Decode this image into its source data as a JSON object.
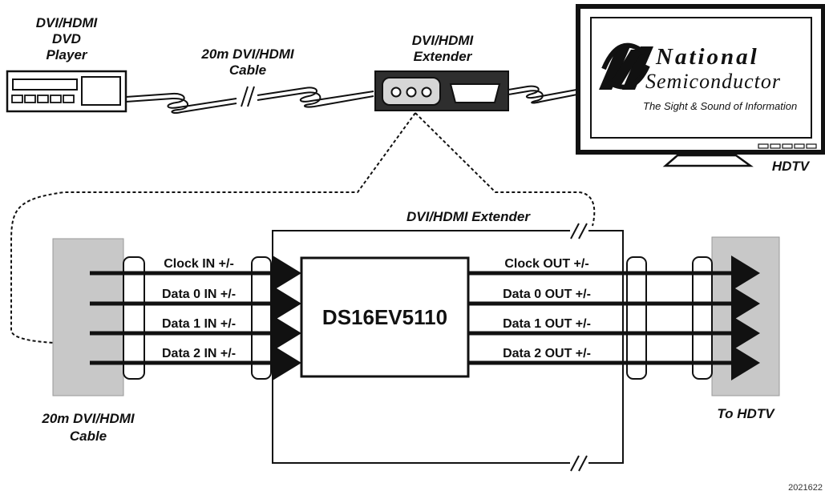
{
  "labels": {
    "dvd_player": [
      "DVI/HDMI",
      "DVD",
      "Player"
    ],
    "top_cable": [
      "20m DVI/HDMI",
      "Cable"
    ],
    "extender": [
      "DVI/HDMI",
      "Extender"
    ],
    "hdtv": "HDTV",
    "extender_box_title": "DVI/HDMI Extender",
    "chip": "DS16EV5110",
    "left_cable": [
      "20m DVI/HDMI",
      "Cable"
    ],
    "to_hdtv": "To HDTV",
    "figure_id": "2021622"
  },
  "logo": {
    "line1": "National",
    "line2": "Semiconductor",
    "tagline": "The Sight & Sound of Information"
  },
  "inputs": [
    "Clock IN +/-",
    "Data 0 IN +/-",
    "Data 1 IN +/-",
    "Data 2 IN +/-"
  ],
  "outputs": [
    "Clock OUT +/-",
    "Data 0 OUT +/-",
    "Data 1 OUT +/-",
    "Data 2 OUT +/-"
  ]
}
